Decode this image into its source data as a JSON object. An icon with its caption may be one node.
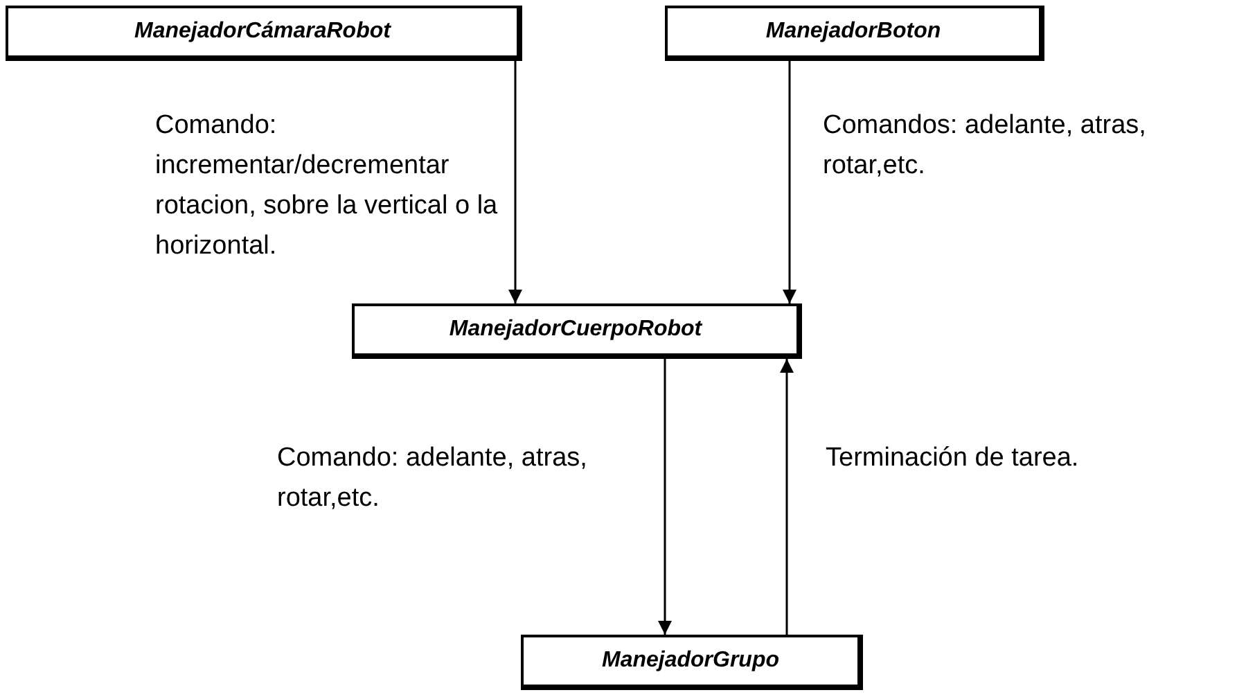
{
  "diagram": {
    "nodes": [
      {
        "text": [
          "ManejadorCámaraRobot"
        ]
      },
      {
        "text": [
          "ManejadorBoton"
        ]
      },
      {
        "text": [
          "ManejadorCuerpoRobot"
        ]
      },
      {
        "text": [
          "ManejadorGrupo"
        ]
      }
    ],
    "edges": [
      {
        "from": 0,
        "to": 2,
        "arrow": "to",
        "label": "Comando: incrementar/decrementar rotacion, sobre la vertical o la horizontal."
      },
      {
        "from": 1,
        "to": 2,
        "arrow": "to",
        "label": "Comandos: adelante, atras, rotar,etc."
      },
      {
        "from": 2,
        "to": 3,
        "arrow": "to",
        "label": "Comando: adelante, atras, rotar,etc."
      },
      {
        "from": 3,
        "to": 2,
        "arrow": "to",
        "label": "Terminación de tarea."
      }
    ]
  }
}
